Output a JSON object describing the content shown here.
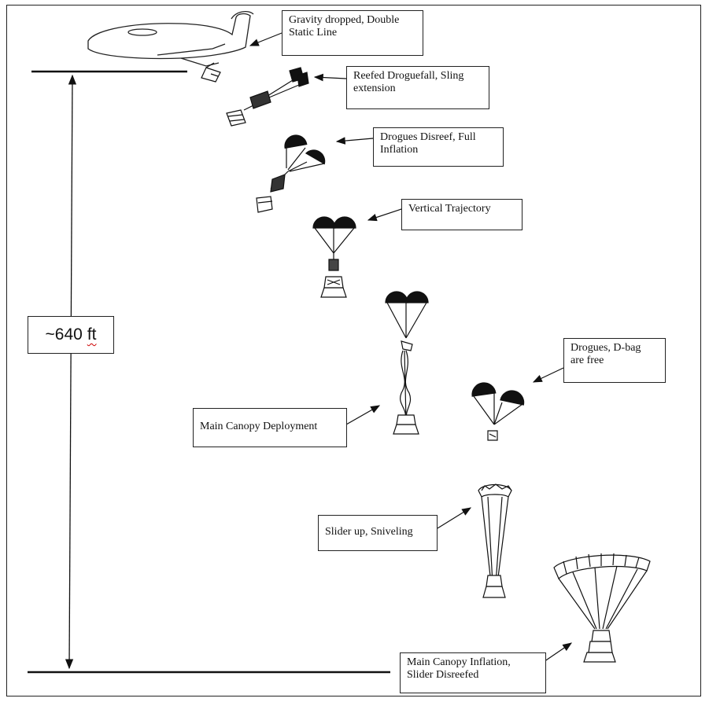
{
  "height_indicator": {
    "value": "~640",
    "unit": "ft"
  },
  "stages": [
    {
      "id": "gravity-drop",
      "label": "Gravity dropped, Double\nStatic Line"
    },
    {
      "id": "reefed-droguefall",
      "label": "Reefed Droguefall, Sling\nextension"
    },
    {
      "id": "drogues-disreef",
      "label": "Drogues Disreef, Full\nInflation"
    },
    {
      "id": "vertical-trajectory",
      "label": "Vertical Trajectory"
    },
    {
      "id": "drogues-free",
      "label": "Drogues, D-bag\nare free"
    },
    {
      "id": "main-canopy-deployment",
      "label": "Main Canopy Deployment"
    },
    {
      "id": "slider-up",
      "label": "Slider up, Sniveling"
    },
    {
      "id": "main-canopy-inflation",
      "label": "Main Canopy Inflation,\nSlider Disreefed"
    }
  ]
}
